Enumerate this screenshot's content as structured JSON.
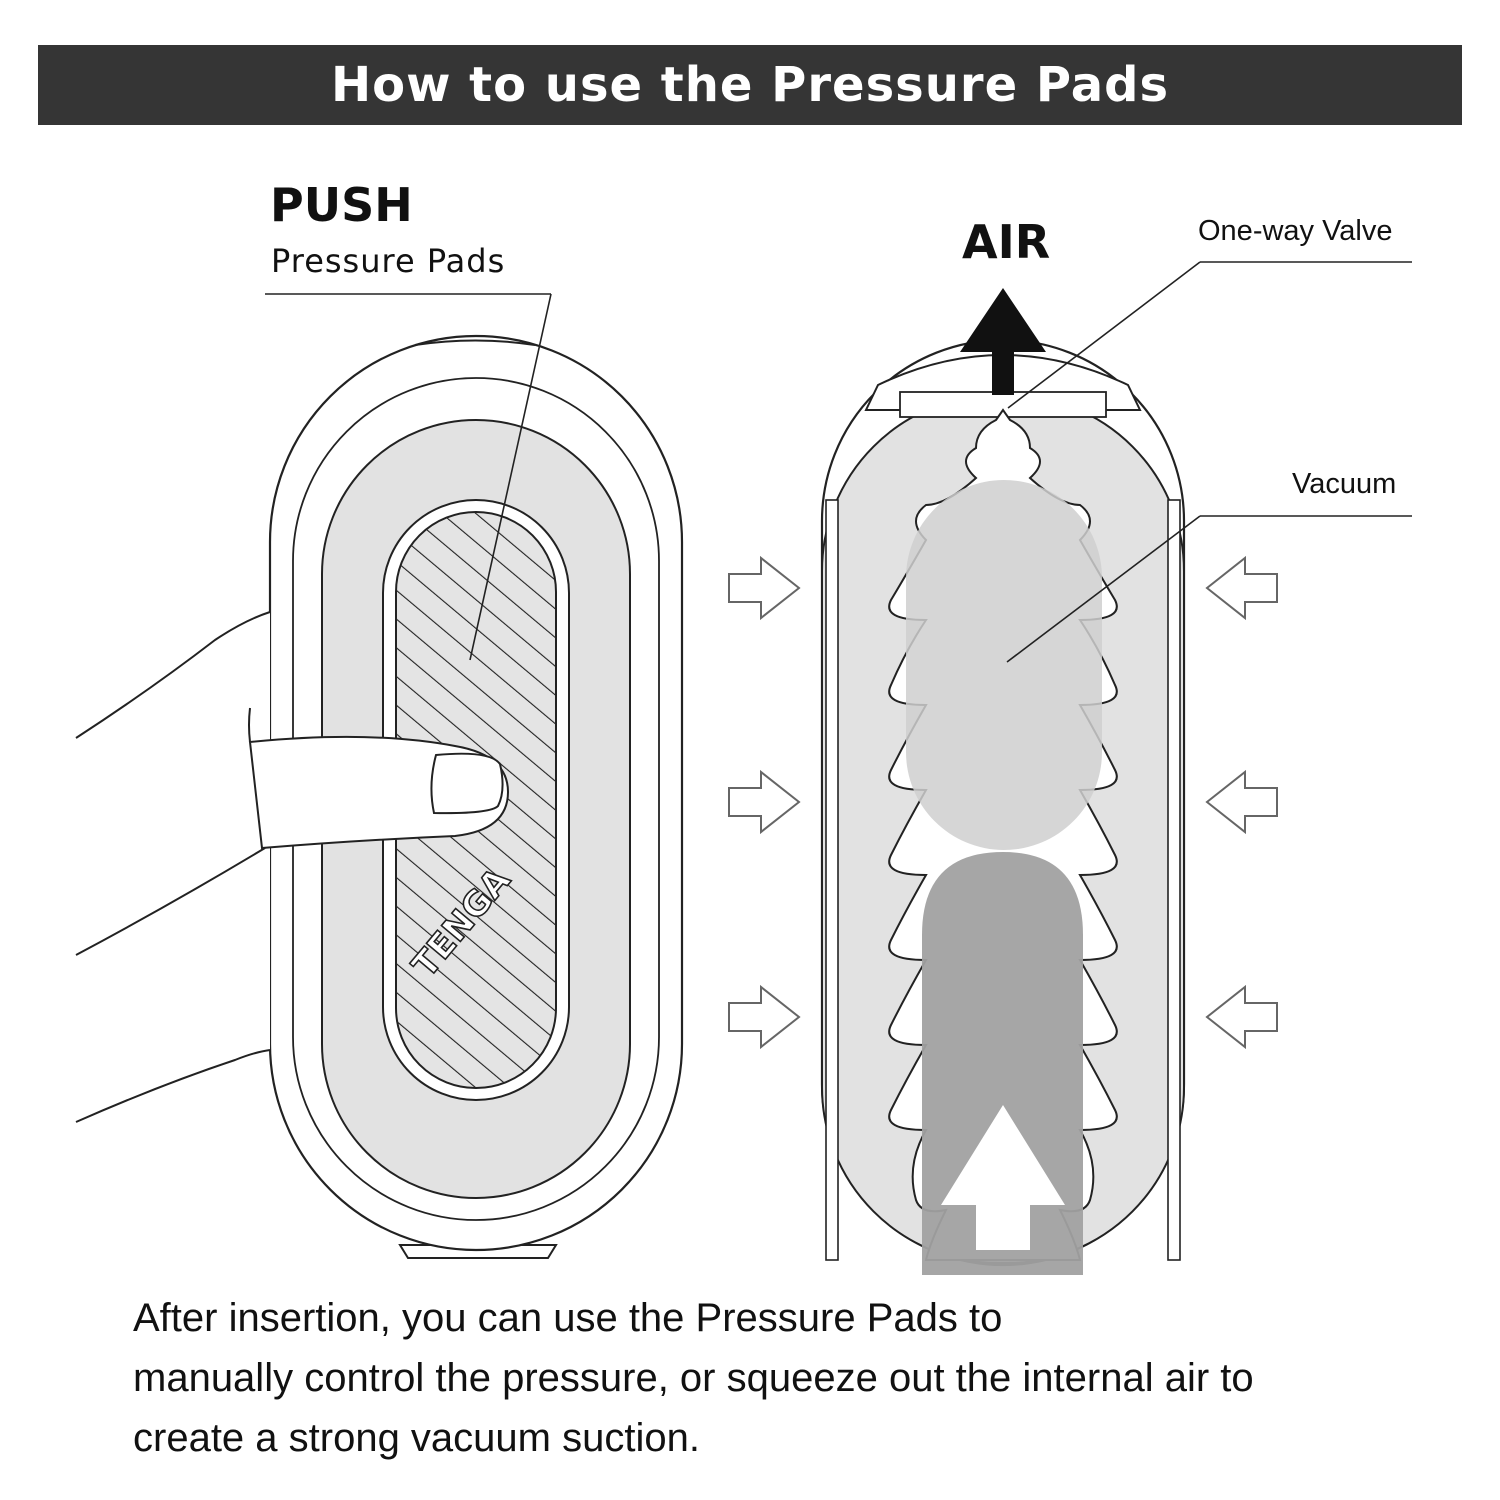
{
  "header": {
    "title": "How to use the Pressure Pads"
  },
  "left_diagram": {
    "push_label": "PUSH",
    "pads_label": "Pressure Pads",
    "logo_text": "TENGA"
  },
  "right_diagram": {
    "air_label": "AIR",
    "valve_label": "One-way Valve",
    "vacuum_label": "Vacuum"
  },
  "caption": {
    "lines": [
      "After insertion, you can use the Pressure Pads to",
      "manually control the pressure, or squeeze out the internal air to",
      "create a strong vacuum suction."
    ]
  },
  "colors": {
    "header_bg": "#353535",
    "body_gray": "#e2e2e2",
    "vacuum_gray": "#cfcfcf",
    "inserted_gray": "#a1a1a1",
    "outline": "#222222"
  }
}
